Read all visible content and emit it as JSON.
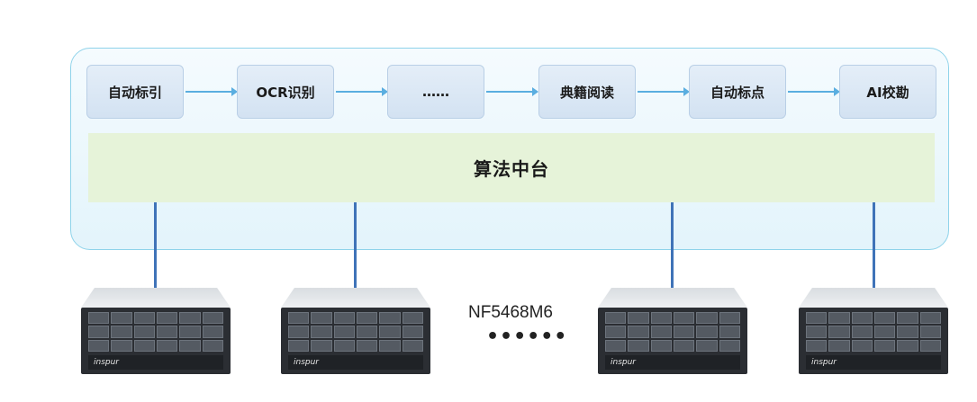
{
  "pipeline": {
    "steps": [
      {
        "label": "自动标引"
      },
      {
        "label": "OCR识别"
      },
      {
        "label": "……"
      },
      {
        "label": "典籍阅读"
      },
      {
        "label": "自动标点"
      },
      {
        "label": "AI校勘"
      }
    ]
  },
  "platform": {
    "label": "算法中台"
  },
  "servers": {
    "model": "NF5468M6",
    "more": "••••••",
    "brand": "inspur"
  },
  "colors": {
    "step_fill": "#d8e6f4",
    "arrow": "#5aaee0",
    "platform_border": "#8fd3ea",
    "algo_fill": "#e6f3d9",
    "connector": "#3f73b8",
    "server_front": "#2b2e33"
  }
}
